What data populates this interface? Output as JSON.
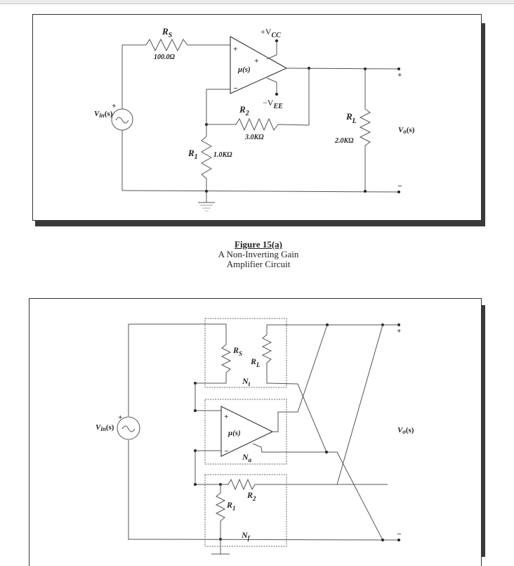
{
  "figure_a": {
    "components": {
      "source": {
        "label": "V",
        "sub": "in",
        "suffix": "(s)",
        "polarity": "+"
      },
      "rs": {
        "label": "R",
        "sub": "S",
        "value": "100.0Ω"
      },
      "opamp": {
        "label": "μ(s)",
        "plus": "+",
        "minus": "−",
        "supply_plus": "+"
      },
      "vcc": {
        "label": "+V",
        "sub": "CC"
      },
      "vee": {
        "label": "−V",
        "sub": "EE"
      },
      "r2": {
        "label": "R",
        "sub": "2",
        "value": "3.0KΩ"
      },
      "r1": {
        "label": "R",
        "sub": "1",
        "value": "1.0KΩ"
      },
      "rl": {
        "label": "R",
        "sub": "L",
        "value": "2.0KΩ"
      },
      "output": {
        "label": "V",
        "sub": "o",
        "suffix": "(s)",
        "plus": "+",
        "minus": "−"
      }
    },
    "caption": {
      "title": "Figure 15(a)",
      "line1": "A Non-Inverting Gain",
      "line2": "Amplifier Circuit"
    }
  },
  "figure_b": {
    "components": {
      "source": {
        "label": "V",
        "sub": "in",
        "suffix": "(s)",
        "polarity": "+"
      },
      "nt": {
        "label": "N",
        "sub": "t",
        "rs_label": "R",
        "rs_sub": "S",
        "rl_label": "R",
        "rl_sub": "L"
      },
      "na": {
        "label": "N",
        "sub": "a",
        "opamp_label": "μ(s)",
        "plus": "+",
        "minus": "−"
      },
      "nf": {
        "label": "N",
        "sub": "f",
        "r1_label": "R",
        "r1_sub": "1",
        "r2_label": "R",
        "r2_sub": "2"
      },
      "output": {
        "label": "V",
        "sub": "o",
        "suffix": "(s)",
        "plus": "+",
        "minus": "−"
      }
    }
  }
}
